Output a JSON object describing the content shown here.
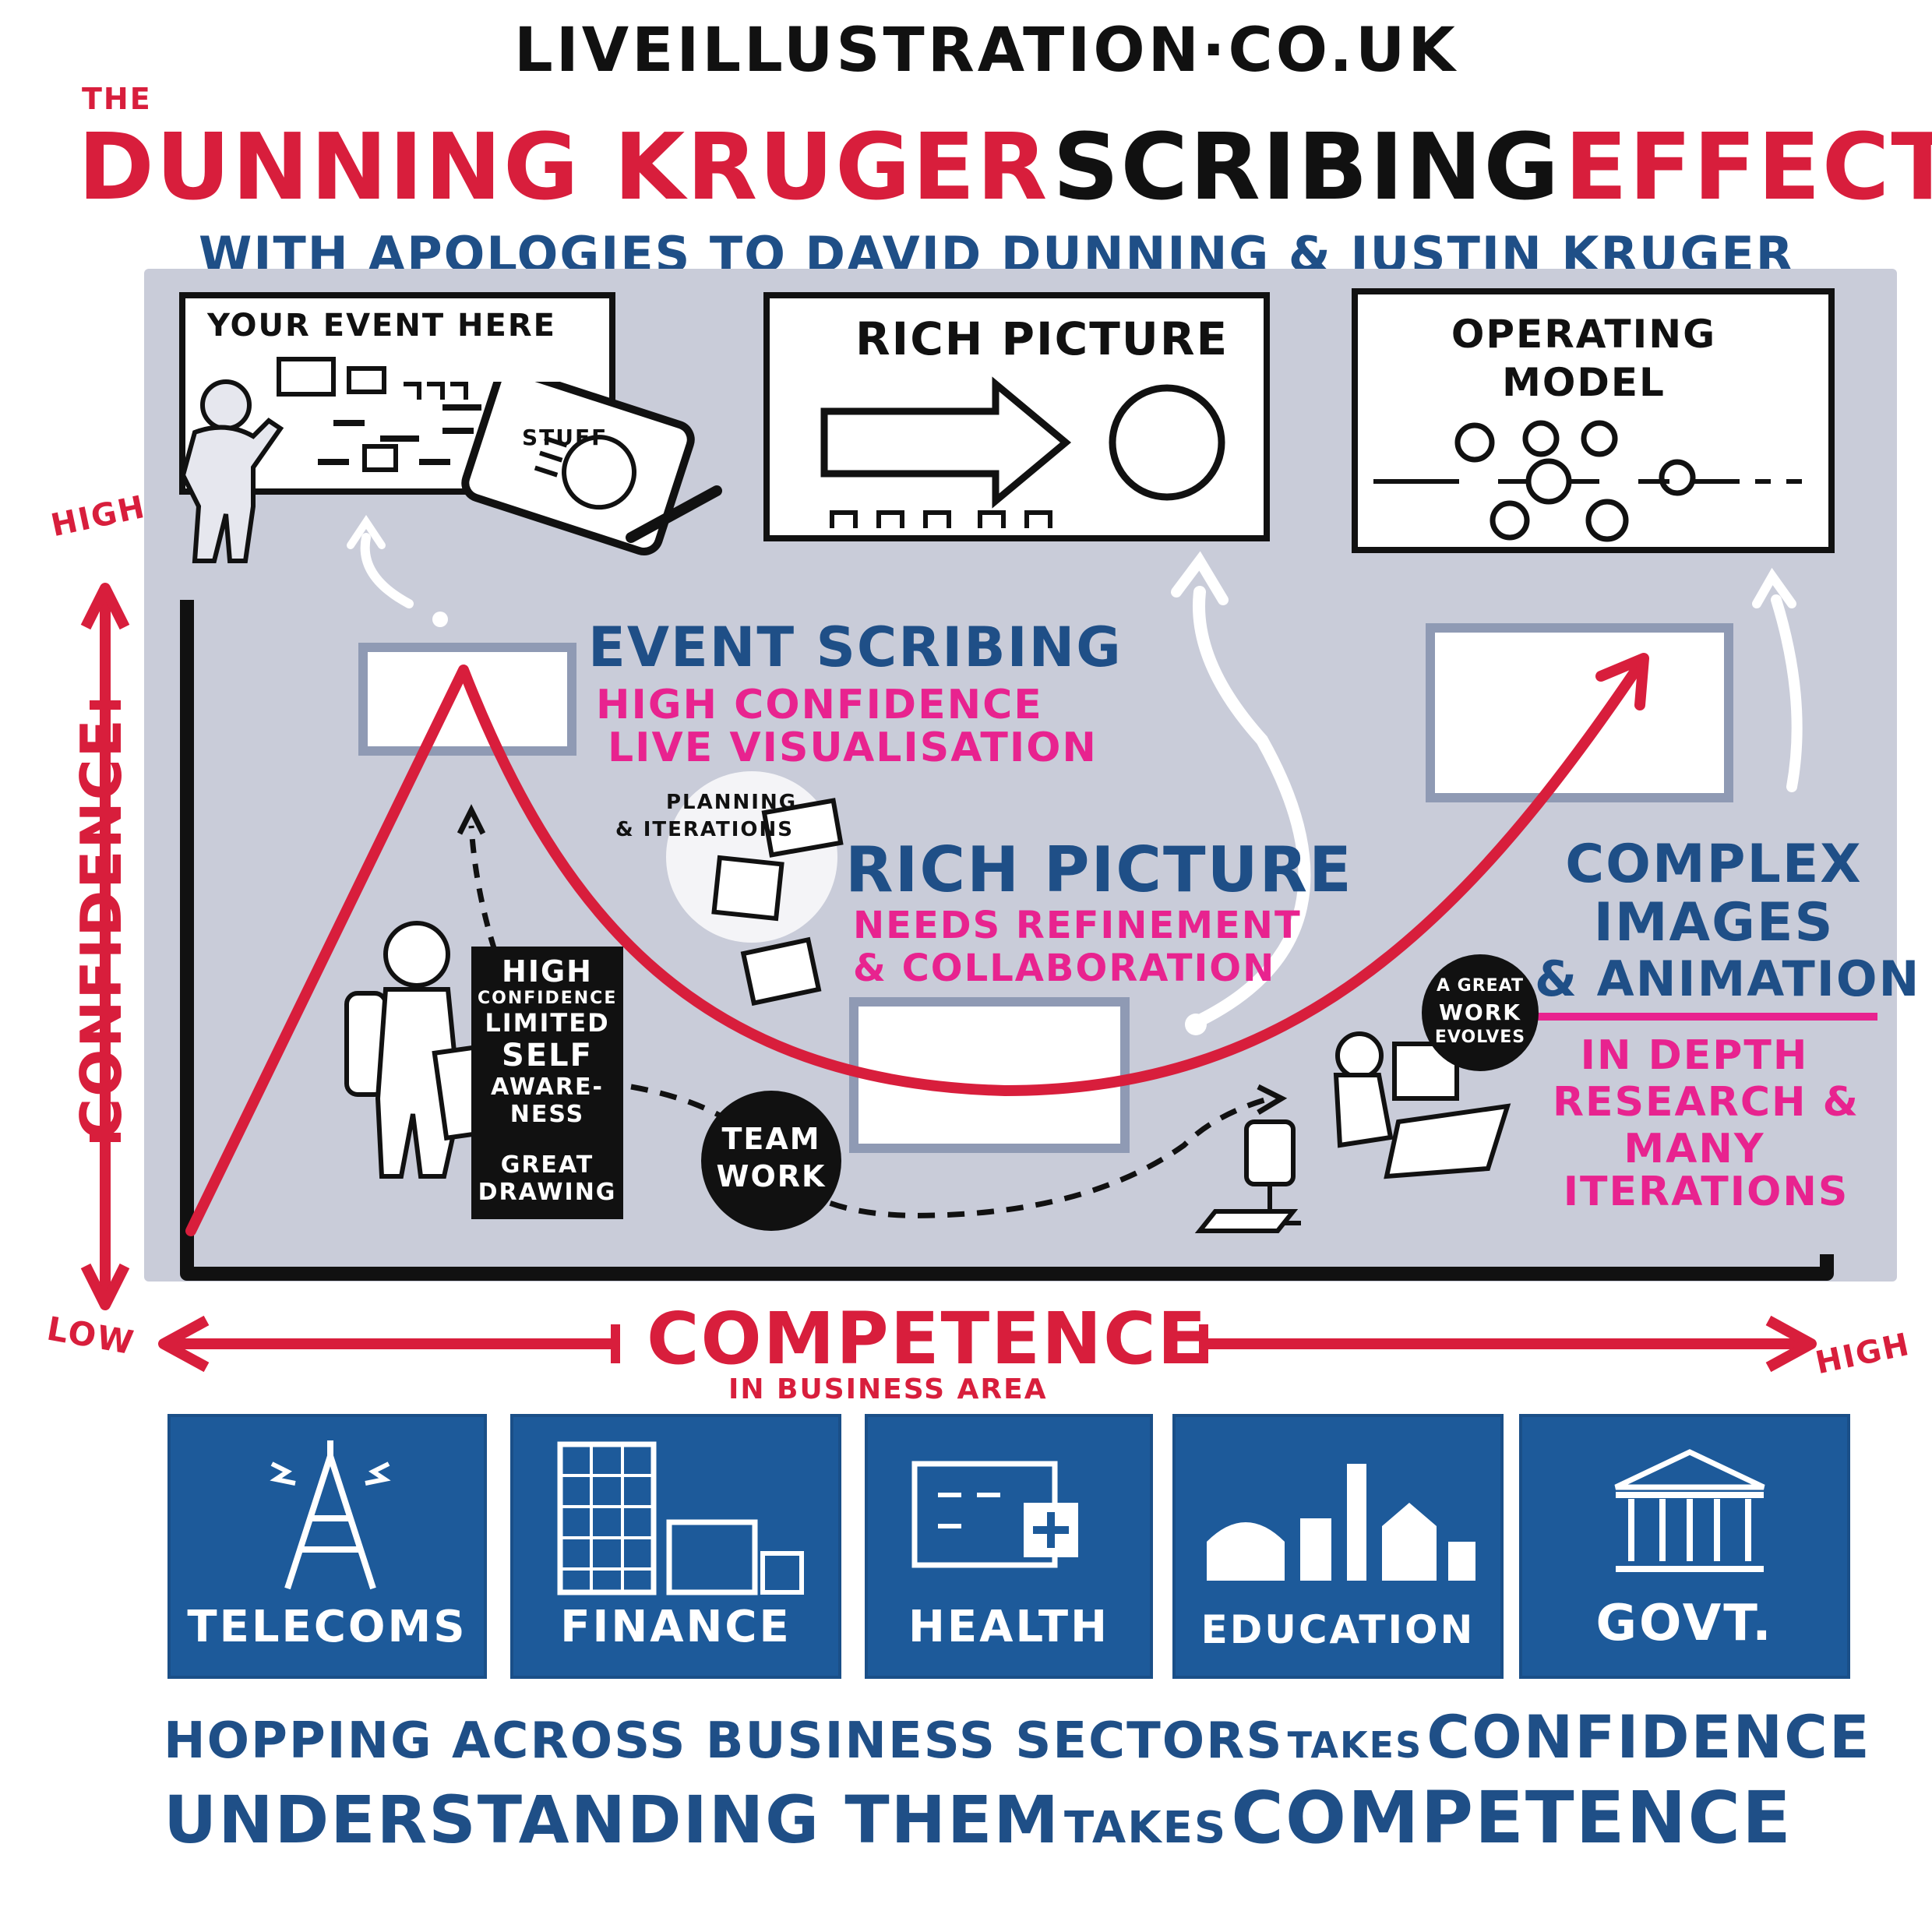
{
  "header": {
    "site": "LIVEILLUSTRATION·CO.UK",
    "title_prefix": "THE",
    "title_part1": "DUNNING KRUGER",
    "title_part2": "SCRIBING",
    "title_part3": "EFFECT",
    "subtitle": "WITH APOLOGIES TO DAVID DUNNING & JUSTIN KRUGER"
  },
  "panels": {
    "event": "YOUR EVENT HERE",
    "tablet_note": "STUFF",
    "rich": "RICH PICTURE",
    "operating": "OPERATING MODEL"
  },
  "y_axis": {
    "label": "CONFIDENCE",
    "high": "HIGH",
    "low": "LOW"
  },
  "x_axis": {
    "label": "COMPETENCE",
    "sublabel": "IN BUSINESS AREA",
    "high": "HIGH"
  },
  "stages": {
    "event_title": "EVENT SCRIBING",
    "event_desc1": "HIGH CONFIDENCE",
    "event_desc2": "LIVE VISUALISATION",
    "rich_title": "RICH PICTURE",
    "rich_desc1": "NEEDS REFINEMENT",
    "rich_desc2": "& COLLABORATION",
    "complex_title1": "COMPLEX",
    "complex_title2": "IMAGES",
    "complex_title3": "& ANIMATION",
    "complex_desc1": "IN DEPTH",
    "complex_desc2": "RESEARCH &",
    "complex_desc3": "MANY",
    "complex_desc4": "ITERATIONS"
  },
  "notes": {
    "planning1": "PLANNING",
    "planning2": "& ITERATIONS",
    "traits": [
      "HIGH",
      "CONFIDENCE",
      "LIMITED",
      "SELF",
      "AWARE-",
      "NESS"
    ],
    "great1": "GREAT",
    "great2": "DRAWING",
    "team1": "TEAM",
    "team2": "WORK",
    "evolves": [
      "A GREAT",
      "WORK",
      "EVOLVES"
    ]
  },
  "sectors": [
    "TELECOMS",
    "FINANCE",
    "HEALTH",
    "EDUCATION",
    "GOVT."
  ],
  "footer": {
    "line1_a": "HOPPING ACROSS BUSINESS SECTORS",
    "line1_b": "TAKES",
    "line1_c": "CONFIDENCE",
    "line2_a": "UNDERSTANDING THEM",
    "line2_b": "TAKES",
    "line2_c": "COMPETENCE"
  },
  "colors": {
    "red": "#d81e3c",
    "navy": "#1f4f87",
    "pink": "#e8238f",
    "panel": "#c9ccd9",
    "sector": "#1d5a9a"
  }
}
